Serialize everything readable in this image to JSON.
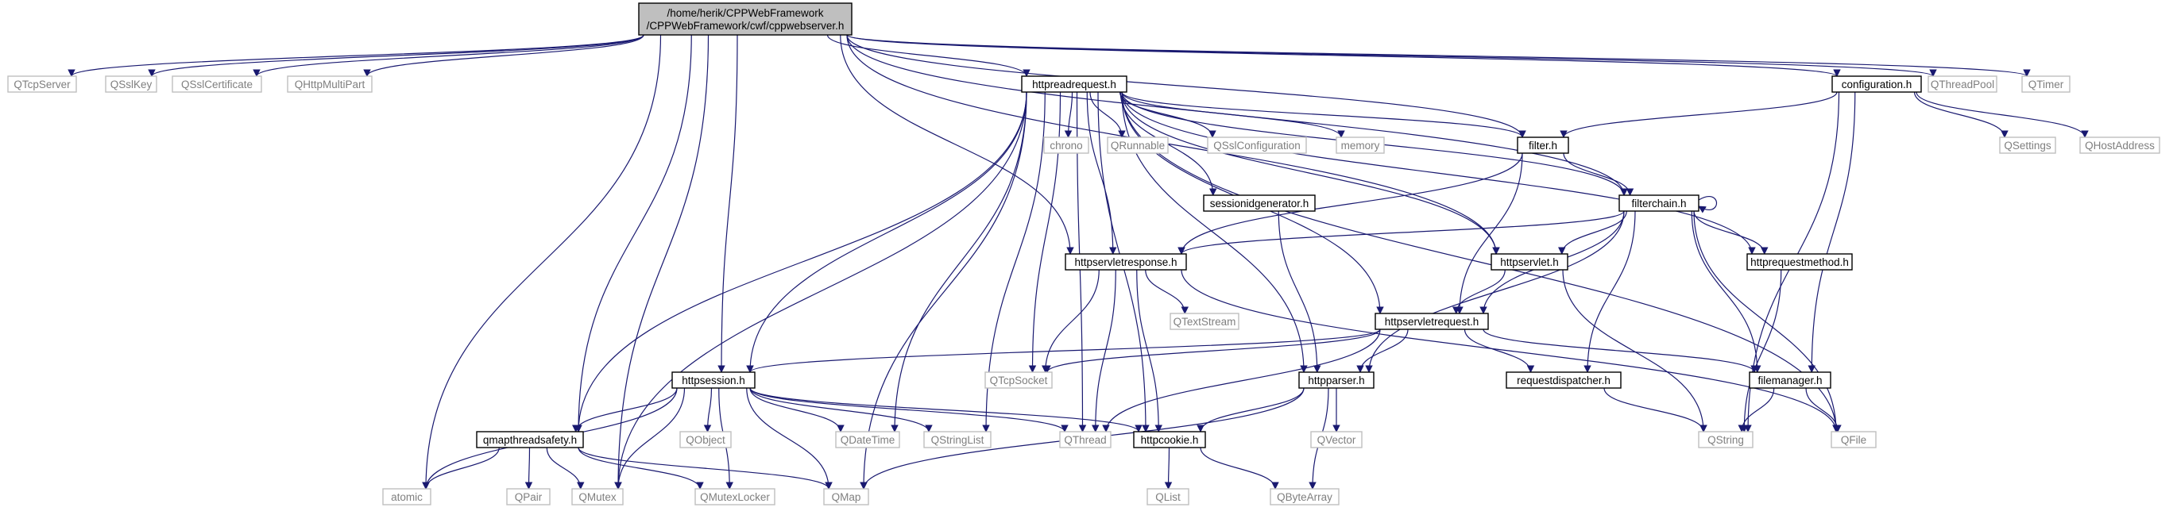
{
  "colors": {
    "edge": "#191970",
    "node_border_external": "#bfbfbf",
    "node_border_internal": "#000000",
    "root_fill": "#bfbfbf",
    "node_fill": "#ffffff",
    "text_internal": "#000000",
    "text_external": "#7f7f7f"
  },
  "nodes": [
    {
      "id": "root",
      "lines": [
        "/home/herik/CPPWebFramework",
        "/CPPWebFramework/cwf/cppwebserver.h"
      ],
      "kind": "root"
    },
    {
      "id": "QTcpServer",
      "lines": [
        "QTcpServer"
      ],
      "kind": "external"
    },
    {
      "id": "QSslKey",
      "lines": [
        "QSslKey"
      ],
      "kind": "external"
    },
    {
      "id": "QSslCertificate",
      "lines": [
        "QSslCertificate"
      ],
      "kind": "external"
    },
    {
      "id": "QHttpMultiPart",
      "lines": [
        "QHttpMultiPart"
      ],
      "kind": "external"
    },
    {
      "id": "httpreadrequest",
      "lines": [
        "httpreadrequest.h"
      ],
      "kind": "internal"
    },
    {
      "id": "configuration",
      "lines": [
        "configuration.h"
      ],
      "kind": "internal"
    },
    {
      "id": "QThreadPool",
      "lines": [
        "QThreadPool"
      ],
      "kind": "external"
    },
    {
      "id": "QTimer",
      "lines": [
        "QTimer"
      ],
      "kind": "external"
    },
    {
      "id": "chrono",
      "lines": [
        "chrono"
      ],
      "kind": "external"
    },
    {
      "id": "QRunnable",
      "lines": [
        "QRunnable"
      ],
      "kind": "external"
    },
    {
      "id": "QSslConfiguration",
      "lines": [
        "QSslConfiguration"
      ],
      "kind": "external"
    },
    {
      "id": "memory",
      "lines": [
        "memory"
      ],
      "kind": "external"
    },
    {
      "id": "filter",
      "lines": [
        "filter.h"
      ],
      "kind": "internal"
    },
    {
      "id": "QSettings",
      "lines": [
        "QSettings"
      ],
      "kind": "external"
    },
    {
      "id": "QHostAddress",
      "lines": [
        "QHostAddress"
      ],
      "kind": "external"
    },
    {
      "id": "sessionidgenerator",
      "lines": [
        "sessionidgenerator.h"
      ],
      "kind": "internal"
    },
    {
      "id": "filterchain",
      "lines": [
        "filterchain.h"
      ],
      "kind": "internal"
    },
    {
      "id": "httpservletresponse",
      "lines": [
        "httpservletresponse.h"
      ],
      "kind": "internal"
    },
    {
      "id": "httpservlet",
      "lines": [
        "httpservlet.h"
      ],
      "kind": "internal"
    },
    {
      "id": "httprequestmethod",
      "lines": [
        "httprequestmethod.h"
      ],
      "kind": "internal"
    },
    {
      "id": "QTextStream",
      "lines": [
        "QTextStream"
      ],
      "kind": "external"
    },
    {
      "id": "httpservletrequest",
      "lines": [
        "httpservletrequest.h"
      ],
      "kind": "internal"
    },
    {
      "id": "httpsession",
      "lines": [
        "httpsession.h"
      ],
      "kind": "internal"
    },
    {
      "id": "QTcpSocket",
      "lines": [
        "QTcpSocket"
      ],
      "kind": "external"
    },
    {
      "id": "httpparser",
      "lines": [
        "httpparser.h"
      ],
      "kind": "internal"
    },
    {
      "id": "requestdispatcher",
      "lines": [
        "requestdispatcher.h"
      ],
      "kind": "internal"
    },
    {
      "id": "filemanager",
      "lines": [
        "filemanager.h"
      ],
      "kind": "internal"
    },
    {
      "id": "QObject",
      "lines": [
        "QObject"
      ],
      "kind": "external"
    },
    {
      "id": "QDateTime",
      "lines": [
        "QDateTime"
      ],
      "kind": "external"
    },
    {
      "id": "QStringList",
      "lines": [
        "QStringList"
      ],
      "kind": "external"
    },
    {
      "id": "QThread",
      "lines": [
        "QThread"
      ],
      "kind": "external"
    },
    {
      "id": "qmapthreadsafety",
      "lines": [
        "qmapthreadsafety.h"
      ],
      "kind": "internal"
    },
    {
      "id": "httpcookie",
      "lines": [
        "httpcookie.h"
      ],
      "kind": "internal"
    },
    {
      "id": "QVector",
      "lines": [
        "QVector"
      ],
      "kind": "external"
    },
    {
      "id": "QString",
      "lines": [
        "QString"
      ],
      "kind": "external"
    },
    {
      "id": "QFile",
      "lines": [
        "QFile"
      ],
      "kind": "external"
    },
    {
      "id": "atomic",
      "lines": [
        "atomic"
      ],
      "kind": "external"
    },
    {
      "id": "QPair",
      "lines": [
        "QPair"
      ],
      "kind": "external"
    },
    {
      "id": "QMutex",
      "lines": [
        "QMutex"
      ],
      "kind": "external"
    },
    {
      "id": "QMutexLocker",
      "lines": [
        "QMutexLocker"
      ],
      "kind": "external"
    },
    {
      "id": "QMap",
      "lines": [
        "QMap"
      ],
      "kind": "external"
    },
    {
      "id": "QList",
      "lines": [
        "QList"
      ],
      "kind": "external"
    },
    {
      "id": "QByteArray",
      "lines": [
        "QByteArray"
      ],
      "kind": "external"
    }
  ],
  "edges": [
    [
      "root",
      "QTcpServer"
    ],
    [
      "root",
      "QSslKey"
    ],
    [
      "root",
      "QSslCertificate"
    ],
    [
      "root",
      "QHttpMultiPart"
    ],
    [
      "root",
      "httpreadrequest"
    ],
    [
      "root",
      "configuration"
    ],
    [
      "root",
      "QThreadPool"
    ],
    [
      "root",
      "QTimer"
    ],
    [
      "root",
      "filter"
    ],
    [
      "root",
      "httpservlet"
    ],
    [
      "root",
      "filterchain"
    ],
    [
      "root",
      "httpservletresponse"
    ],
    [
      "root",
      "httpsession"
    ],
    [
      "root",
      "qmapthreadsafety"
    ],
    [
      "root",
      "QMutex"
    ],
    [
      "root",
      "atomic"
    ],
    [
      "httpreadrequest",
      "chrono"
    ],
    [
      "httpreadrequest",
      "QRunnable"
    ],
    [
      "httpreadrequest",
      "QSslConfiguration"
    ],
    [
      "httpreadrequest",
      "memory"
    ],
    [
      "httpreadrequest",
      "filter"
    ],
    [
      "httpreadrequest",
      "sessionidgenerator"
    ],
    [
      "httpreadrequest",
      "filterchain"
    ],
    [
      "httpreadrequest",
      "httpservletresponse"
    ],
    [
      "httpreadrequest",
      "httpservlet"
    ],
    [
      "httpreadrequest",
      "httprequestmethod"
    ],
    [
      "httpreadrequest",
      "httpservletrequest"
    ],
    [
      "httpreadrequest",
      "httpsession"
    ],
    [
      "httpreadrequest",
      "QTcpSocket"
    ],
    [
      "httpreadrequest",
      "httpparser"
    ],
    [
      "httpreadrequest",
      "QDateTime"
    ],
    [
      "httpreadrequest",
      "QStringList"
    ],
    [
      "httpreadrequest",
      "QThread"
    ],
    [
      "httpreadrequest",
      "qmapthreadsafety"
    ],
    [
      "httpreadrequest",
      "httpcookie"
    ],
    [
      "httpreadrequest",
      "QMutex"
    ],
    [
      "httpreadrequest",
      "QMap"
    ],
    [
      "httpreadrequest",
      "QFile"
    ],
    [
      "configuration",
      "filter"
    ],
    [
      "configuration",
      "QSettings"
    ],
    [
      "configuration",
      "QHostAddress"
    ],
    [
      "configuration",
      "filemanager"
    ],
    [
      "configuration",
      "QString"
    ],
    [
      "filter",
      "filterchain"
    ],
    [
      "filter",
      "httpservletrequest"
    ],
    [
      "filter",
      "httpservletresponse"
    ],
    [
      "sessionidgenerator",
      "httpparser"
    ],
    [
      "filterchain",
      "filterchain"
    ],
    [
      "filterchain",
      "httpservletresponse"
    ],
    [
      "filterchain",
      "httpservlet"
    ],
    [
      "filterchain",
      "httprequestmethod"
    ],
    [
      "filterchain",
      "httpservletrequest"
    ],
    [
      "filterchain",
      "requestdispatcher"
    ],
    [
      "filterchain",
      "filemanager"
    ],
    [
      "filterchain",
      "httpparser"
    ],
    [
      "filterchain",
      "QFile"
    ],
    [
      "httpservletresponse",
      "QTextStream"
    ],
    [
      "httpservletresponse",
      "QTcpSocket"
    ],
    [
      "httpservletresponse",
      "httpcookie"
    ],
    [
      "httpservletresponse",
      "QThread"
    ],
    [
      "httpservletresponse",
      "QFile"
    ],
    [
      "httpservlet",
      "httpservletrequest"
    ],
    [
      "httpservlet",
      "QString"
    ],
    [
      "httprequestmethod",
      "QString"
    ],
    [
      "httpservletrequest",
      "httpsession"
    ],
    [
      "httpservletrequest",
      "QTcpSocket"
    ],
    [
      "httpservletrequest",
      "httpparser"
    ],
    [
      "httpservletrequest",
      "requestdispatcher"
    ],
    [
      "httpservletrequest",
      "filemanager"
    ],
    [
      "httpservletrequest",
      "QThread"
    ],
    [
      "httpsession",
      "QObject"
    ],
    [
      "httpsession",
      "QDateTime"
    ],
    [
      "httpsession",
      "QStringList"
    ],
    [
      "httpsession",
      "QThread"
    ],
    [
      "httpsession",
      "qmapthreadsafety"
    ],
    [
      "httpsession",
      "httpcookie"
    ],
    [
      "httpsession",
      "QMutex"
    ],
    [
      "httpsession",
      "QMutexLocker"
    ],
    [
      "httpsession",
      "QMap"
    ],
    [
      "httpsession",
      "atomic"
    ],
    [
      "httpparser",
      "QVector"
    ],
    [
      "httpparser",
      "httpcookie"
    ],
    [
      "httpparser",
      "QMap"
    ],
    [
      "httpparser",
      "QByteArray"
    ],
    [
      "requestdispatcher",
      "QString"
    ],
    [
      "filemanager",
      "QString"
    ],
    [
      "filemanager",
      "QFile"
    ],
    [
      "qmapthreadsafety",
      "atomic"
    ],
    [
      "qmapthreadsafety",
      "QPair"
    ],
    [
      "qmapthreadsafety",
      "QMutex"
    ],
    [
      "qmapthreadsafety",
      "QMutexLocker"
    ],
    [
      "qmapthreadsafety",
      "QMap"
    ],
    [
      "httpcookie",
      "QList"
    ],
    [
      "httpcookie",
      "QByteArray"
    ]
  ]
}
